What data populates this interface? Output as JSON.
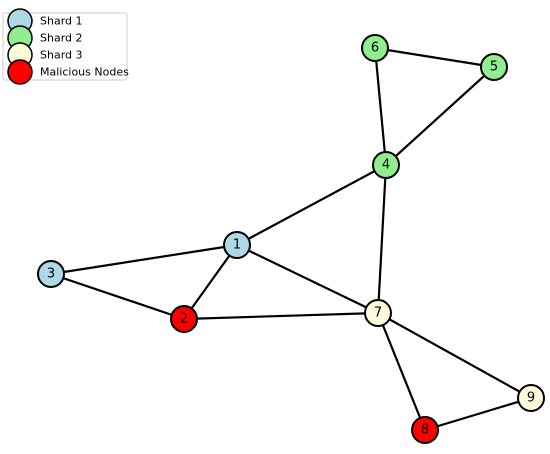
{
  "legend": {
    "entries": [
      {
        "label": "Shard 1",
        "color": "#add8e6"
      },
      {
        "label": "Shard 2",
        "color": "#90ee90"
      },
      {
        "label": "Shard 3",
        "color": "#fffadc"
      },
      {
        "label": "Malicious Nodes",
        "color": "#ff0000"
      }
    ]
  },
  "nodes": [
    {
      "id": "1",
      "label": "1",
      "group": "Shard 1"
    },
    {
      "id": "2",
      "label": "2",
      "group": "Malicious Nodes"
    },
    {
      "id": "3",
      "label": "3",
      "group": "Shard 1"
    },
    {
      "id": "4",
      "label": "4",
      "group": "Shard 2"
    },
    {
      "id": "5",
      "label": "5",
      "group": "Shard 2"
    },
    {
      "id": "6",
      "label": "6",
      "group": "Shard 2"
    },
    {
      "id": "7",
      "label": "7",
      "group": "Shard 3"
    },
    {
      "id": "8",
      "label": "8",
      "group": "Malicious Nodes"
    },
    {
      "id": "9",
      "label": "9",
      "group": "Shard 3"
    }
  ],
  "edges": [
    [
      "6",
      "5"
    ],
    [
      "6",
      "4"
    ],
    [
      "5",
      "4"
    ],
    [
      "4",
      "1"
    ],
    [
      "4",
      "7"
    ],
    [
      "1",
      "3"
    ],
    [
      "1",
      "2"
    ],
    [
      "1",
      "7"
    ],
    [
      "3",
      "2"
    ],
    [
      "2",
      "7"
    ],
    [
      "7",
      "8"
    ],
    [
      "7",
      "9"
    ],
    [
      "8",
      "9"
    ]
  ]
}
